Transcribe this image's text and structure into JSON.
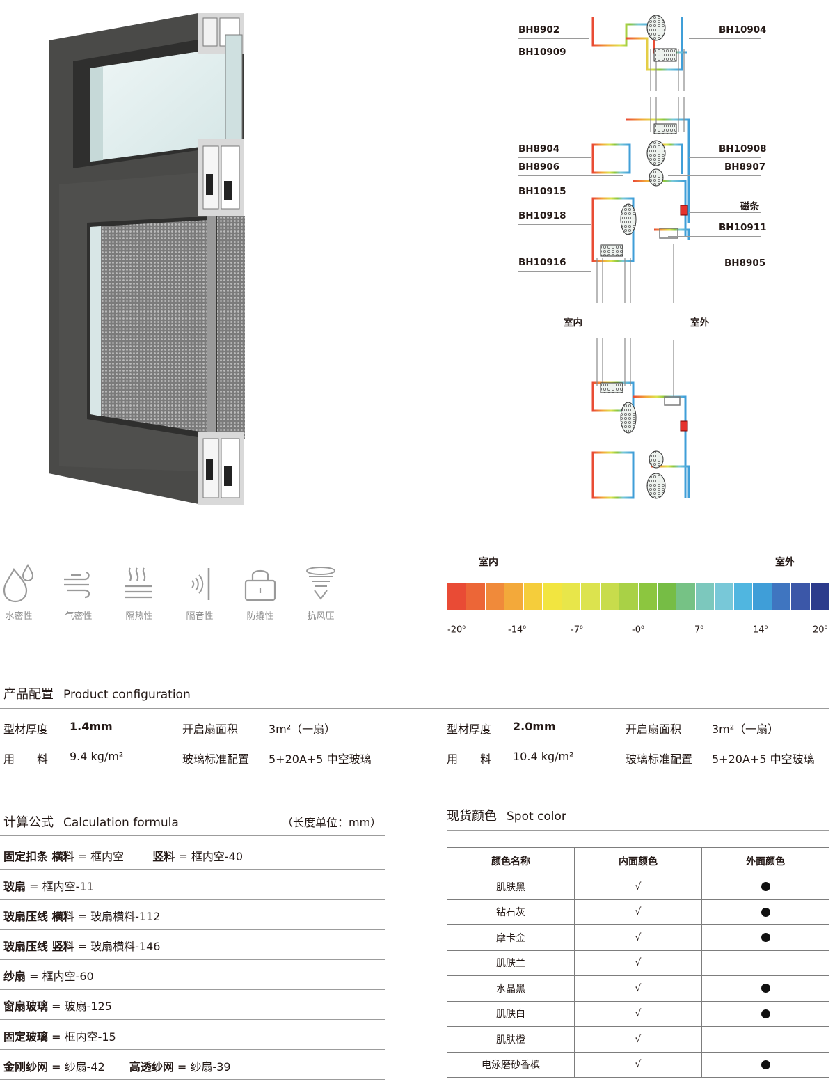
{
  "cross_section": {
    "labels_left": [
      "BH8902",
      "BH10909",
      "BH8904",
      "BH8906",
      "BH10915",
      "BH10918",
      "BH10916"
    ],
    "labels_right": [
      "BH10904",
      "BH10908",
      "BH8907",
      "磁条",
      "BH10911",
      "BH8905"
    ],
    "indoor": "室内",
    "outdoor": "室外"
  },
  "features": [
    {
      "label": "水密性",
      "icon": "water-drop-icon"
    },
    {
      "label": "气密性",
      "icon": "wind-icon"
    },
    {
      "label": "隔热性",
      "icon": "heat-icon"
    },
    {
      "label": "隔音性",
      "icon": "sound-icon"
    },
    {
      "label": "防撬性",
      "icon": "lock-icon"
    },
    {
      "label": "抗风压",
      "icon": "tornado-icon"
    }
  ],
  "temperature_scale": {
    "left_label": "室内",
    "right_label": "室外",
    "colors": [
      "#e94b35",
      "#ec6637",
      "#f08a3a",
      "#f3a93a",
      "#f5cd3b",
      "#f2e540",
      "#e8e64a",
      "#dce34e",
      "#c8dc4c",
      "#a9d146",
      "#8cc63f",
      "#76bd45",
      "#76c285",
      "#7cc8bd",
      "#78c8d8",
      "#50b6e0",
      "#3f9ed8",
      "#3f75c0",
      "#3b57a8",
      "#2c3b8c"
    ],
    "ticks": [
      {
        "text": "-20",
        "sup": "o"
      },
      {
        "text": "-14",
        "sup": "o"
      },
      {
        "text": "-7",
        "sup": "o"
      },
      {
        "text": "-0",
        "sup": "o"
      },
      {
        "text": "7",
        "sup": "o"
      },
      {
        "text": "14",
        "sup": "o"
      },
      {
        "text": "20",
        "sup": "o"
      }
    ]
  },
  "config": {
    "title_cn": "产品配置",
    "title_en": "Product configuration",
    "left": {
      "thickness_label": "型材厚度",
      "thickness_value": "1.4mm",
      "area_label": "开启扇面积",
      "area_value": "3m²（一扇）",
      "material_label": "用　　料",
      "material_value": "9.4 kg/m²",
      "glass_label": "玻璃标准配置",
      "glass_value": "5+20A+5 中空玻璃"
    },
    "right": {
      "thickness_label": "型材厚度",
      "thickness_value": "2.0mm",
      "area_label": "开启扇面积",
      "area_value": "3m²（一扇）",
      "material_label": "用　　料",
      "material_value": "10.4 kg/m²",
      "glass_label": "玻璃标准配置",
      "glass_value": "5+20A+5 中空玻璃"
    }
  },
  "formula": {
    "title_cn": "计算公式",
    "title_en": "Calculation formula",
    "unit_note": "（长度单位：mm）",
    "rows": [
      {
        "b1": "固定扣条 横料",
        "t1": " = 框内空",
        "b2": "竖料",
        "t2": " = 框内空-40"
      },
      {
        "b1": "玻扇",
        "t1": " = 框内空-11",
        "b2": "",
        "t2": ""
      },
      {
        "b1": "玻扇压线 横料",
        "t1": " = 玻扇横料-112",
        "b2": "",
        "t2": ""
      },
      {
        "b1": "玻扇压线 竖料",
        "t1": " = 玻扇横料-146",
        "b2": "",
        "t2": ""
      },
      {
        "b1": "纱扇",
        "t1": " = 框内空-60",
        "b2": "",
        "t2": ""
      },
      {
        "b1": "窗扇玻璃",
        "t1": " = 玻扇-125",
        "b2": "",
        "t2": ""
      },
      {
        "b1": "固定玻璃",
        "t1": " = 框内空-15",
        "b2": "",
        "t2": ""
      },
      {
        "b1": "金刚纱网",
        "t1": " = 纱扇-42",
        "b2": "高透纱网",
        "t2": " = 纱扇-39"
      }
    ]
  },
  "spot_color": {
    "title_cn": "现货颜色",
    "title_en": "Spot color",
    "headers": [
      "颜色名称",
      "内面颜色",
      "外面颜色"
    ],
    "check_mark": "√",
    "rows": [
      {
        "name": "肌肤黑",
        "inner": true,
        "outer": true
      },
      {
        "name": "钻石灰",
        "inner": true,
        "outer": true
      },
      {
        "name": "摩卡金",
        "inner": true,
        "outer": true
      },
      {
        "name": "肌肤兰",
        "inner": true,
        "outer": false
      },
      {
        "name": "水晶黑",
        "inner": true,
        "outer": true
      },
      {
        "name": "肌肤白",
        "inner": true,
        "outer": true
      },
      {
        "name": "肌肤橙",
        "inner": true,
        "outer": false
      },
      {
        "name": "电泳磨砂香槟",
        "inner": true,
        "outer": true
      }
    ]
  }
}
